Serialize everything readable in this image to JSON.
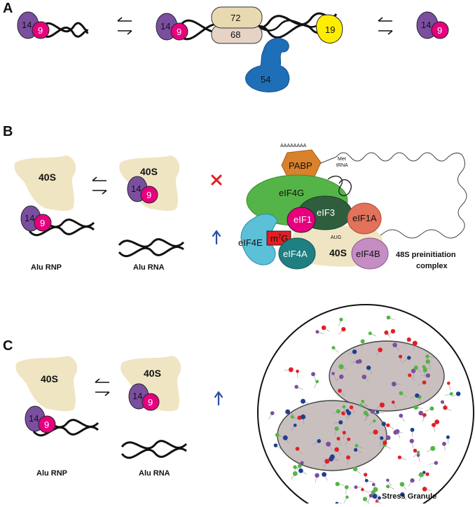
{
  "panels": {
    "A": {
      "letter": "A",
      "srp9": "9",
      "srp14": "14",
      "srp72": "72",
      "srp68": "68",
      "srp19": "19",
      "srp54": "54"
    },
    "B": {
      "letter": "B",
      "ribosome": "40S",
      "srp14": "14",
      "srp9": "9",
      "alu_rnp_label": "Alu RNP",
      "alu_rna_label": "Alu RNA",
      "polya": "AAAAAAAA",
      "pabp": "PABP",
      "met_trna_line1": "Met",
      "met_trna_line2": "tRNA",
      "eif4g": "eIF4G",
      "eif3": "eIF3",
      "eif1": "eIF1",
      "eif1a": "eIF1A",
      "eif4e": "eIF4E",
      "m7g": "m7G",
      "m7g_base": "m",
      "m7g_sup": "7",
      "m7g_tail": "G",
      "eif4a": "eIF4A",
      "ribosome_48s": "40S",
      "aug": "AUG",
      "eif4b": "eIF4B",
      "complex_line1": "48S preinitiation",
      "complex_line2": "complex"
    },
    "C": {
      "letter": "C",
      "ribosome": "40S",
      "srp14": "14",
      "srp9": "9",
      "alu_rnp_label": "Alu RNP",
      "alu_rna_label": "Alu RNA",
      "granule_label": "Stress Granule"
    }
  },
  "colors": {
    "srp9": "#e6007e",
    "srp14": "#7b4fa0",
    "srp72": "#e9d9b0",
    "srp68": "#e6d3c6",
    "srp19": "#ffed00",
    "srp54": "#1f6fb8",
    "ribosome": "#efe5c2",
    "pabp": "#d9822b",
    "eif4g": "#55b447",
    "eif3": "#2e5e3e",
    "eif1": "#e6007e",
    "eif1a": "#e2725b",
    "eif4e": "#5bc0d8",
    "m7g": "#e31e24",
    "eif4a": "#1f7f82",
    "eif4b": "#c58dc3",
    "granule_core": "#c9bfbf",
    "arrow_up": "#2a4fa2",
    "cross": "#e31e24"
  }
}
